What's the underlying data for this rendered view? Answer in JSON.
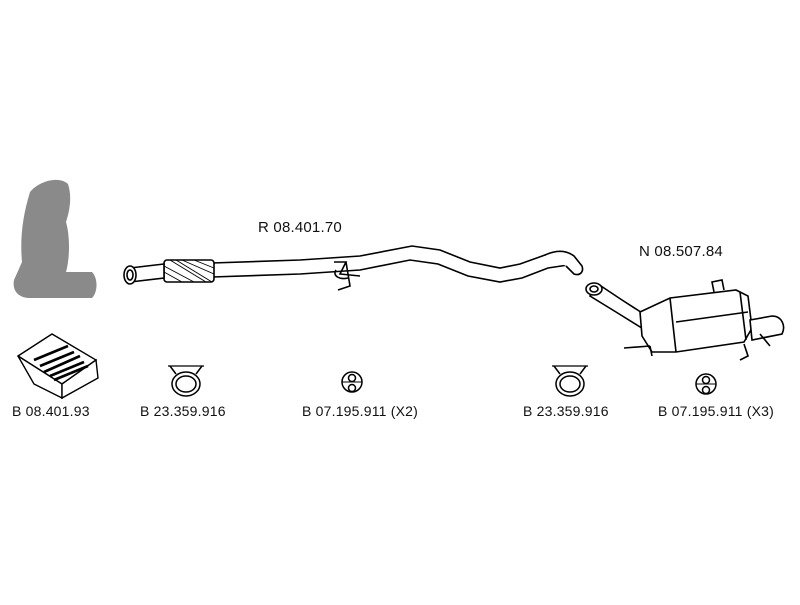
{
  "parts": {
    "front_pipe": {
      "code": "R 08.401.70"
    },
    "rear_silencer": {
      "code": "N 08.507.84"
    }
  },
  "accessories": [
    {
      "code": "B 08.401.93"
    },
    {
      "code": "B 23.359.916"
    },
    {
      "code": "B 07.195.911 (X2)"
    },
    {
      "code": "B 23.359.916"
    },
    {
      "code": "B 07.195.911 (X3)"
    }
  ],
  "colors": {
    "line": "#000000",
    "silhouette": "#8a8a8a",
    "fill": "#ffffff"
  }
}
